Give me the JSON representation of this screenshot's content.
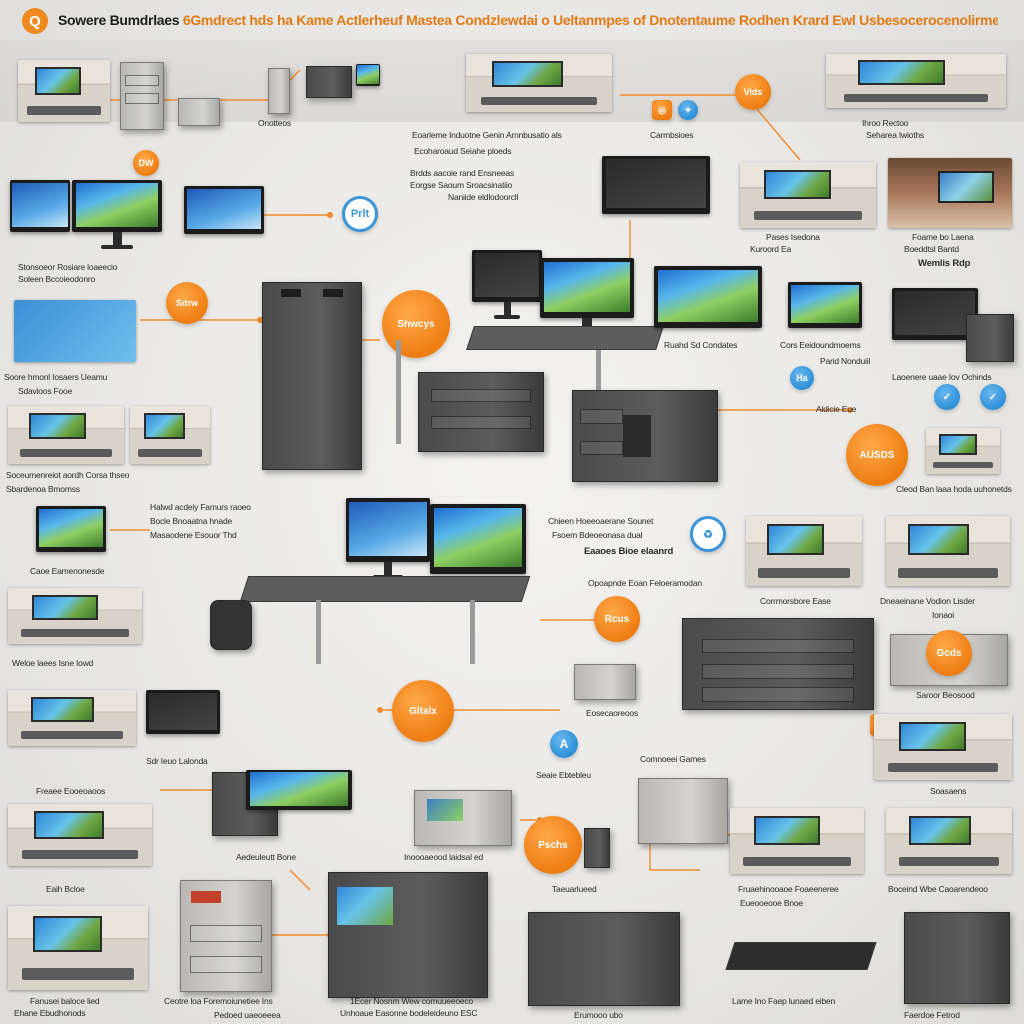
{
  "header": {
    "logo_glyph": "Q",
    "title_left": "Sowere Bumdrlaes",
    "title_right": "6Gmdrect hds ha Kame Actlerheuf Mastea Condzlewdai o Ueltanmpes of Dnotentaume Rodhen Krard Ewl Usbesocerocenolirmes"
  },
  "colors": {
    "accent_orange": "#ee7d12",
    "accent_blue": "#2d8fd8",
    "link_orange": "#f08a2a"
  },
  "nodes": {
    "n1": "Vids",
    "n2": "DW",
    "n3": "Prlt",
    "n4": "Sdrw",
    "n5": "Shwcys",
    "n6": "Ha",
    "n7": "AUSDS",
    "n8": "Rcus",
    "n9": "Gcds",
    "n10": "Gltalx",
    "n11": "Pschs",
    "n12": "A"
  },
  "labels": {
    "top_left_caption": "Onotteos",
    "top_mid_line1": "Eoarleme Induotne Genin Arnnbusatio als",
    "top_mid_line2": "Ecoharoaud Seiahe ploeds",
    "top_right_small": "Carmbsioes",
    "top_far_right_1": "Ihroo Rectoo",
    "top_far_right_2": "Seharea Iwioths",
    "mid_top_1": "Brdds aacoie rand Ensneeas",
    "mid_top_2": "Eorgse Saoum Sroacsinatiio",
    "mid_top_3": "Naniide eldlodoorcll",
    "left_mid_1": "Stonsoeor Rosiare loaeecio",
    "left_mid_2": "Soleen Bccoieodonro",
    "left_mid_3": "Soore hmonl Iosaers Ueamu",
    "left_mid_4": "Sdavioos Fooe",
    "right_top_1": "Pases Isedona",
    "right_top_2": "Kuroord Ea",
    "right_top_3": "Foame bo Laena",
    "right_top_4": "Boeddtsl Bantd",
    "right_top_5": "Wemlis Rdp",
    "mid_row_1": "Ruahd Sd Condates",
    "mid_row_2": "Cors Eeidoundmoems",
    "mid_row_3": "Parid Nonduiil",
    "mid_row_4": "Laoenere uaae Iov Ochinds",
    "mid_row_5": "Aldicie Eue",
    "right_mid": "Cleod Ban laaa hoda uuhonetds",
    "left_low_1": "Soceumenreiot aordh Corsa thseo",
    "left_low_2": "Sbardenoa Bmomss",
    "left_low_3": "Halwd acdeiy Famurs raoeo",
    "left_low_4": "Bocle Bnoaatna hnade",
    "left_low_5": "Masaodene Esouor Thd",
    "left_low_6": "Caoe Eamenonesde",
    "center_low_1": "Chieen Hoeeoaerane Sounet",
    "center_low_2": "Fsoem Bdeoeonasa dual",
    "center_low_3": "Eaaoes Bioe elaanrd",
    "center_low_4": "Opoapnde Eoan Feloeramodan",
    "right_low_1": "Corrmorsbore Ease",
    "right_low_2": "Dneaeinane Vodion Lisder",
    "right_low_3": "Ionaoi",
    "right_low_4": "Saroor Beosood",
    "left_row_a": "Weloe laees Isne Iowd",
    "left_row_b": "Sdr Ieuo Lalonda",
    "center_row_a": "Eosecaoreoos",
    "center_row_b": "Seaie Ebtebleu",
    "center_row_c": "Comnoeei Games",
    "right_row_a": "Soasaens",
    "bottom_1": "Freaee Eooeoaoos",
    "bottom_2": "Eaih Bcloe",
    "bottom_3": "Aedeuleutt Bone",
    "bottom_4": "Inoooaeood laidsal ed",
    "bottom_5": "Taeuarlueed",
    "bottom_6": "Fruaehinooaoe Foaeeneree",
    "bottom_7": "Eueooeooe Bnoe",
    "bottom_8": "Boceind Wbe Caoarendeoo",
    "bottom_9": "Fanusei baloce lied",
    "bottom_10": "Ceotre loa Foremoiunetiee Ins",
    "bottom_11": "Ehane Ebudhonods",
    "bottom_12": "1Ecer Nosnm Wew comuueeoeco",
    "bottom_13": "Unhoaue Easonne bodeleideuno ESC",
    "bottom_14": "Erumooo ubo",
    "bottom_15": "Lame Ino Faep lunaed eiben",
    "bottom_16": "Faerdoe Fetrod",
    "bottom_17": "Pedoed uaeoeeea"
  }
}
